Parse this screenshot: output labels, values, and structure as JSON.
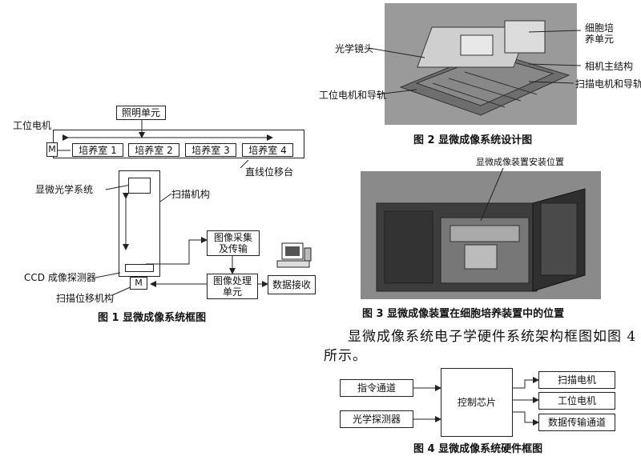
{
  "fig1": {
    "lighting_unit": "照明单元",
    "station_motor": "工位电机",
    "chambers": [
      "培养室 1",
      "培养室 2",
      "培养室 3",
      "培养室 4"
    ],
    "linear_stage": "直线位移台",
    "optics": "显微光学系统",
    "scanner": "扫描机构",
    "acquire_line1": "图像采集",
    "acquire_line2": "及传输",
    "ccd": "CCD 成像探测器",
    "scan_motor_label": "扫描位移机构",
    "motor_glyph": "M",
    "process_line1": "图像处理",
    "process_line2": "单元",
    "receive": "数据接收",
    "caption": "图 1   显微成像系统框图"
  },
  "fig2": {
    "cell_unit_line1": "细胞培",
    "cell_unit_line2": "养单元",
    "lens": "光学镜头",
    "camera": "相机主结构",
    "scan_motor": "扫描电机和导轨",
    "station_motor": "工位电机和导轨",
    "caption": "图 2   显微成像系统设计图"
  },
  "fig3": {
    "mount_label": "显微成像装置安装位置",
    "caption": "图 3   显微成像装置在细胞培养装置中的位置"
  },
  "paragraph": {
    "line1": "显微成像系统电子学硬件系统架构框图如图 4",
    "line2": "所示。"
  },
  "fig4": {
    "command": "指令通道",
    "optical": "光学探测器",
    "chip": "控制芯片",
    "scan_motor": "扫描电机",
    "station_motor": "工位电机",
    "data_channel": "数据传输通道",
    "caption": "图 4   显微成像系统硬件框图"
  },
  "colors": {
    "render_bg": "#9a9a9a",
    "render_dark": "#4a4a4a",
    "line": "#222222"
  }
}
